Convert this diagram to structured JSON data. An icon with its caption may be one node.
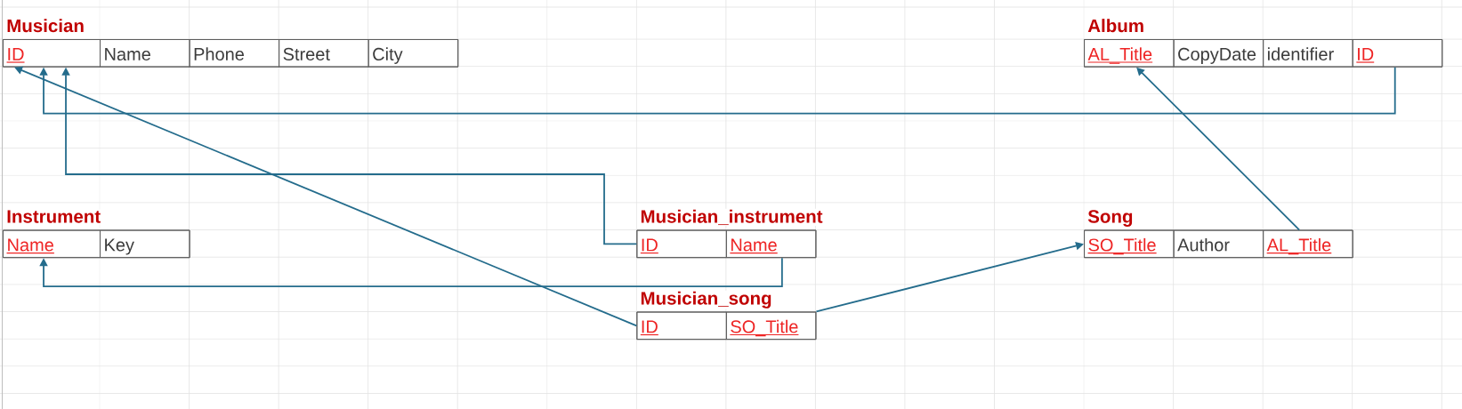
{
  "diagram": {
    "nodes": [
      {
        "text": [
          "Musician"
        ]
      },
      {
        "text": [
          "ID"
        ],
        "in": 0
      },
      {
        "text": [
          "Name"
        ],
        "in": 0
      },
      {
        "text": [
          "Phone"
        ],
        "in": 0
      },
      {
        "text": [
          "Street"
        ],
        "in": 0
      },
      {
        "text": [
          "City"
        ],
        "in": 0
      },
      {
        "text": [
          "Album"
        ]
      },
      {
        "text": [
          "AL_Title"
        ],
        "in": 6
      },
      {
        "text": [
          "CopyDate"
        ],
        "in": 6
      },
      {
        "text": [
          "identifier"
        ],
        "in": 6
      },
      {
        "text": [
          "ID"
        ],
        "in": 6
      },
      {
        "text": [
          "Instrument"
        ]
      },
      {
        "text": [
          "Name"
        ],
        "in": 11
      },
      {
        "text": [
          "Key"
        ],
        "in": 11
      },
      {
        "text": [
          "Musician_instrument"
        ]
      },
      {
        "text": [
          "ID"
        ],
        "in": 14
      },
      {
        "text": [
          "Name"
        ],
        "in": 14
      },
      {
        "text": [
          "Song"
        ]
      },
      {
        "text": [
          "SO_Title"
        ],
        "in": 17
      },
      {
        "text": [
          "Author"
        ],
        "in": 17
      },
      {
        "text": [
          "AL_Title"
        ],
        "in": 17
      },
      {
        "text": [
          "Musician_song"
        ]
      },
      {
        "text": [
          "ID"
        ],
        "in": 21
      },
      {
        "text": [
          "SO_Title"
        ],
        "in": 21
      }
    ],
    "edges": [
      {
        "from": 10,
        "to": 1,
        "arrow": "to"
      },
      {
        "from": 15,
        "to": 1,
        "arrow": "to"
      },
      {
        "from": 22,
        "to": 1,
        "arrow": "to"
      },
      {
        "from": 16,
        "to": 12,
        "arrow": "to"
      },
      {
        "from": 23,
        "to": 18,
        "arrow": "to"
      },
      {
        "from": 20,
        "to": 7,
        "arrow": "to"
      }
    ]
  }
}
